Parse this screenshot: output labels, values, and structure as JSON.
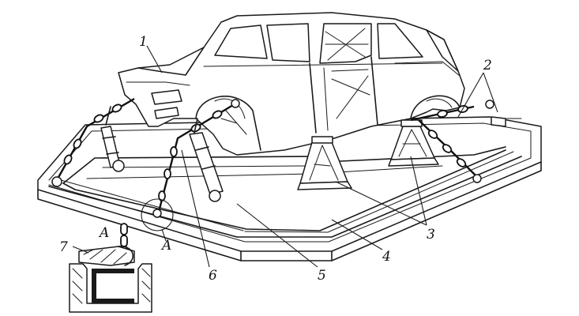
{
  "callouts": {
    "c1": "1",
    "c2": "2",
    "c3": "3",
    "c4": "4",
    "c5": "5",
    "c6": "6",
    "c7": "7",
    "detail_mark": "A",
    "detail_title": "A"
  }
}
